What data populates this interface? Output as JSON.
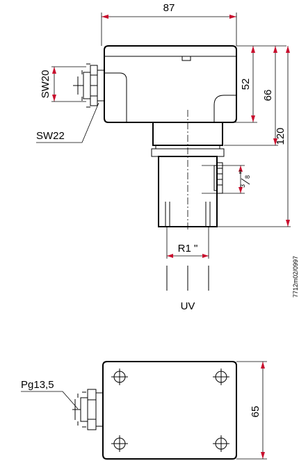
{
  "dimensions": {
    "width_top": "87",
    "height_body": "52",
    "height_mid": "66",
    "height_total": "120",
    "wrench_sw20": "SW20",
    "wrench_sw22": "SW22",
    "thread_r1": "R1 \"",
    "thread_frac_num": "3",
    "thread_frac_den": "8",
    "thread_frac_unit": "\"",
    "mount_height": "65",
    "cable_gland": "Pg13,5"
  },
  "labels": {
    "uv": "UV",
    "drawing_id": "7712m02/0997"
  },
  "colors": {
    "line": "#000000",
    "arrow": "#c8102e"
  }
}
